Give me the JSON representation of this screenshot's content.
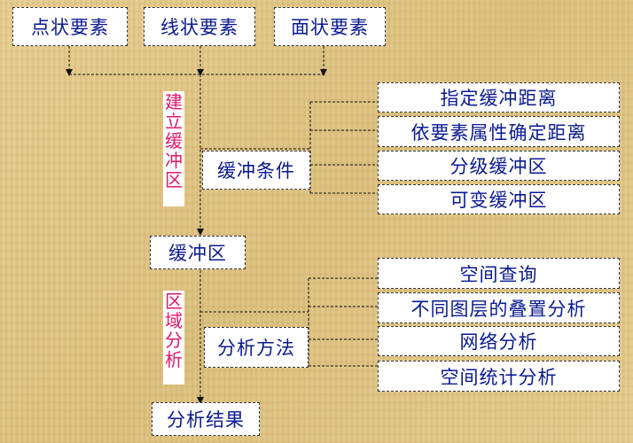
{
  "top": {
    "point": "点状要素",
    "line": "线状要素",
    "area": "面状要素"
  },
  "build_label": "建立缓冲区",
  "analysis_label": "区域分析",
  "conditions": {
    "title": "缓冲条件",
    "items": [
      "指定缓冲距离",
      "依要素属性确定距离",
      "分级缓冲区",
      "可变缓冲区"
    ]
  },
  "buffer": "缓冲区",
  "methods": {
    "title": "分析方法",
    "items": [
      "空间查询",
      "不同图层的叠置分析",
      "网络分析",
      "空间统计分析"
    ]
  },
  "result": "分析结果"
}
